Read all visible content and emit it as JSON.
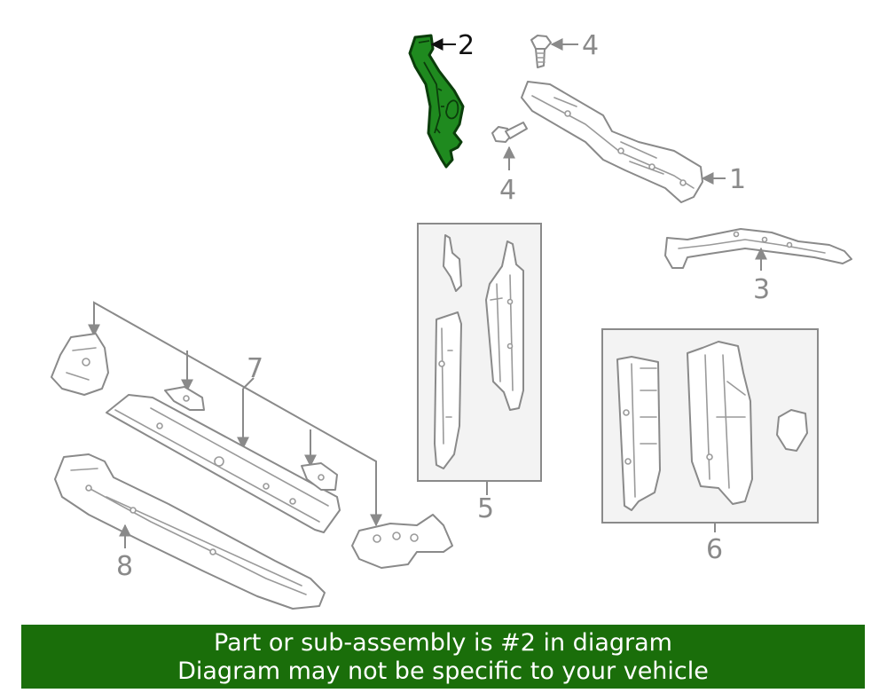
{
  "callouts": {
    "c1": "1",
    "c2": "2",
    "c3": "3",
    "c4a": "4",
    "c4b": "4",
    "c5": "5",
    "c6": "6",
    "c7": "7",
    "c8": "8"
  },
  "highlight_color": "#1f8a1f",
  "banner": {
    "line1": "Part or sub-assembly is #2 in diagram",
    "line2": "Diagram may not be specific to your vehicle",
    "background": "#1a6e0a"
  }
}
